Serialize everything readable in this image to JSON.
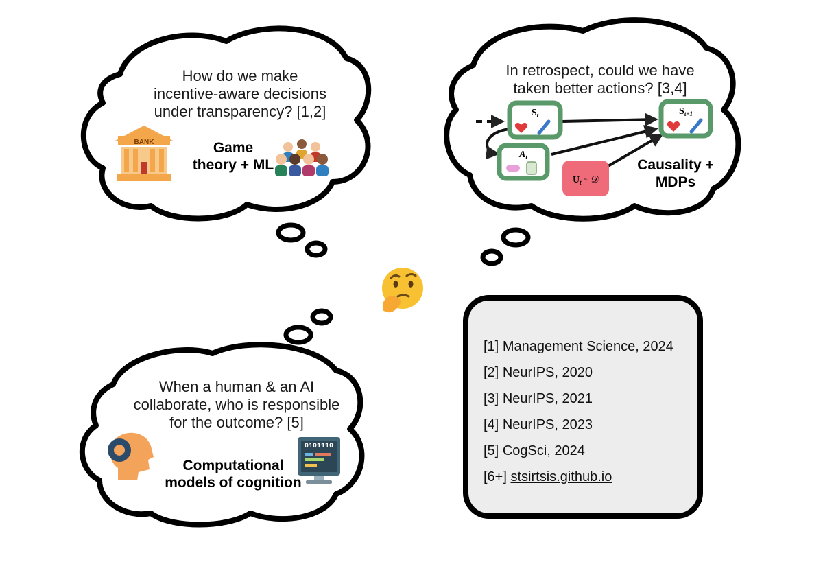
{
  "bubbles": {
    "game_theory": {
      "question": [
        "How do we make",
        "incentive-aware decisions",
        "under transparency? [1,2]"
      ],
      "topic": [
        "Game",
        "theory + ML"
      ],
      "bank_sign": "BANK"
    },
    "causality": {
      "question": [
        "In retrospect, could we have",
        "taken better actions? [3,4]"
      ],
      "topic": [
        "Causality +",
        "MDPs"
      ],
      "nodes": {
        "state_t": "S",
        "state_t_sub": "t",
        "state_next": "S",
        "state_next_sub": "t+1",
        "action": "A",
        "action_sub": "t",
        "noise": "U",
        "noise_sub": "t",
        "noise_dist": "~ 𝒟"
      }
    },
    "cognition": {
      "question": [
        "When a human & an AI",
        "collaborate, who is responsible",
        "for the outcome? [5]"
      ],
      "topic": [
        "Computational",
        "models of cognition"
      ],
      "binary_text": "0101110"
    }
  },
  "thinking_emoji": "🤔",
  "references": {
    "items": [
      {
        "tag": "[1]",
        "text": "Management Science, 2024"
      },
      {
        "tag": "[2]",
        "text": "NeurIPS, 2020"
      },
      {
        "tag": "[3]",
        "text": "NeurIPS, 2021"
      },
      {
        "tag": "[4]",
        "text": "NeurIPS, 2023"
      },
      {
        "tag": "[5]",
        "text": "CogSci, 2024"
      },
      {
        "tag": "[6+]",
        "text": "stsirtsis.github.io",
        "is_link": true
      }
    ]
  },
  "colors": {
    "outline": "#000000",
    "node_green": "#5a9a6a",
    "node_fill": "#ffffff",
    "noise_red": "#f06b79",
    "ref_bg": "#ededed"
  }
}
